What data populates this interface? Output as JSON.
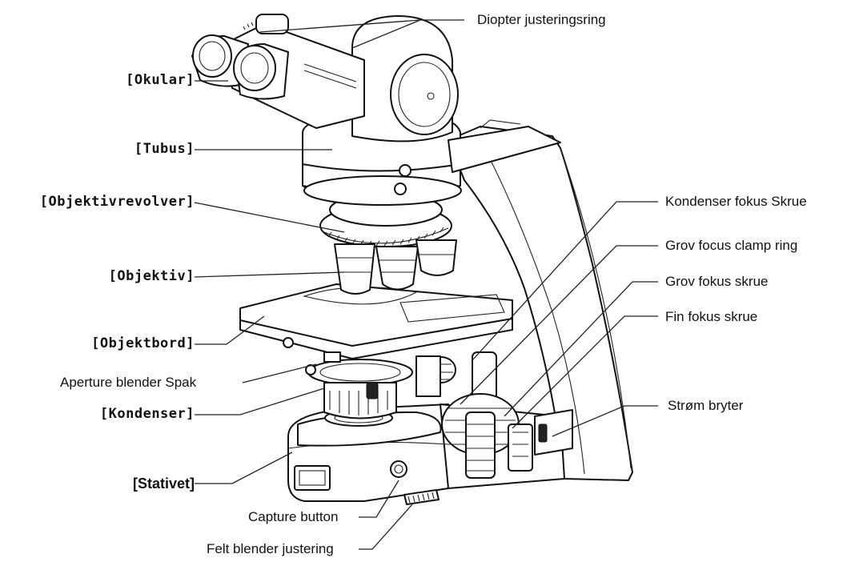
{
  "labels": {
    "diopter": "Diopter justeringsring",
    "okular": "[Okular]",
    "tubus": "[Tubus]",
    "objektivrevolver": "[Objektivrevolver]",
    "objektiv": "[Objektiv]",
    "objektbord": "[Objektbord]",
    "aperture": "Aperture blender Spak",
    "kondenser": "[Kondenser]",
    "stativet": "[Stativet]",
    "capture": "Capture button",
    "felt": "Felt blender justering",
    "kondenser_fokus": "Kondenser fokus Skrue",
    "grov_clamp": "Grov focus clamp ring",
    "grov_fokus": "Grov fokus skrue",
    "fin_fokus": "Fin fokus skrue",
    "strom": "Strøm bryter"
  }
}
